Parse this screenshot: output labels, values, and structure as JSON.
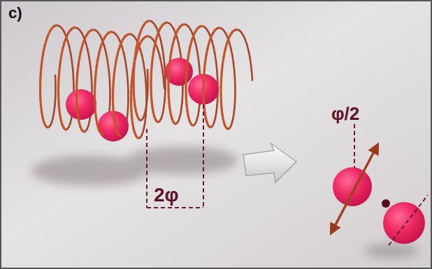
{
  "diagram": {
    "labels": [
      "c)",
      "2φ",
      "φ/2"
    ]
  }
}
